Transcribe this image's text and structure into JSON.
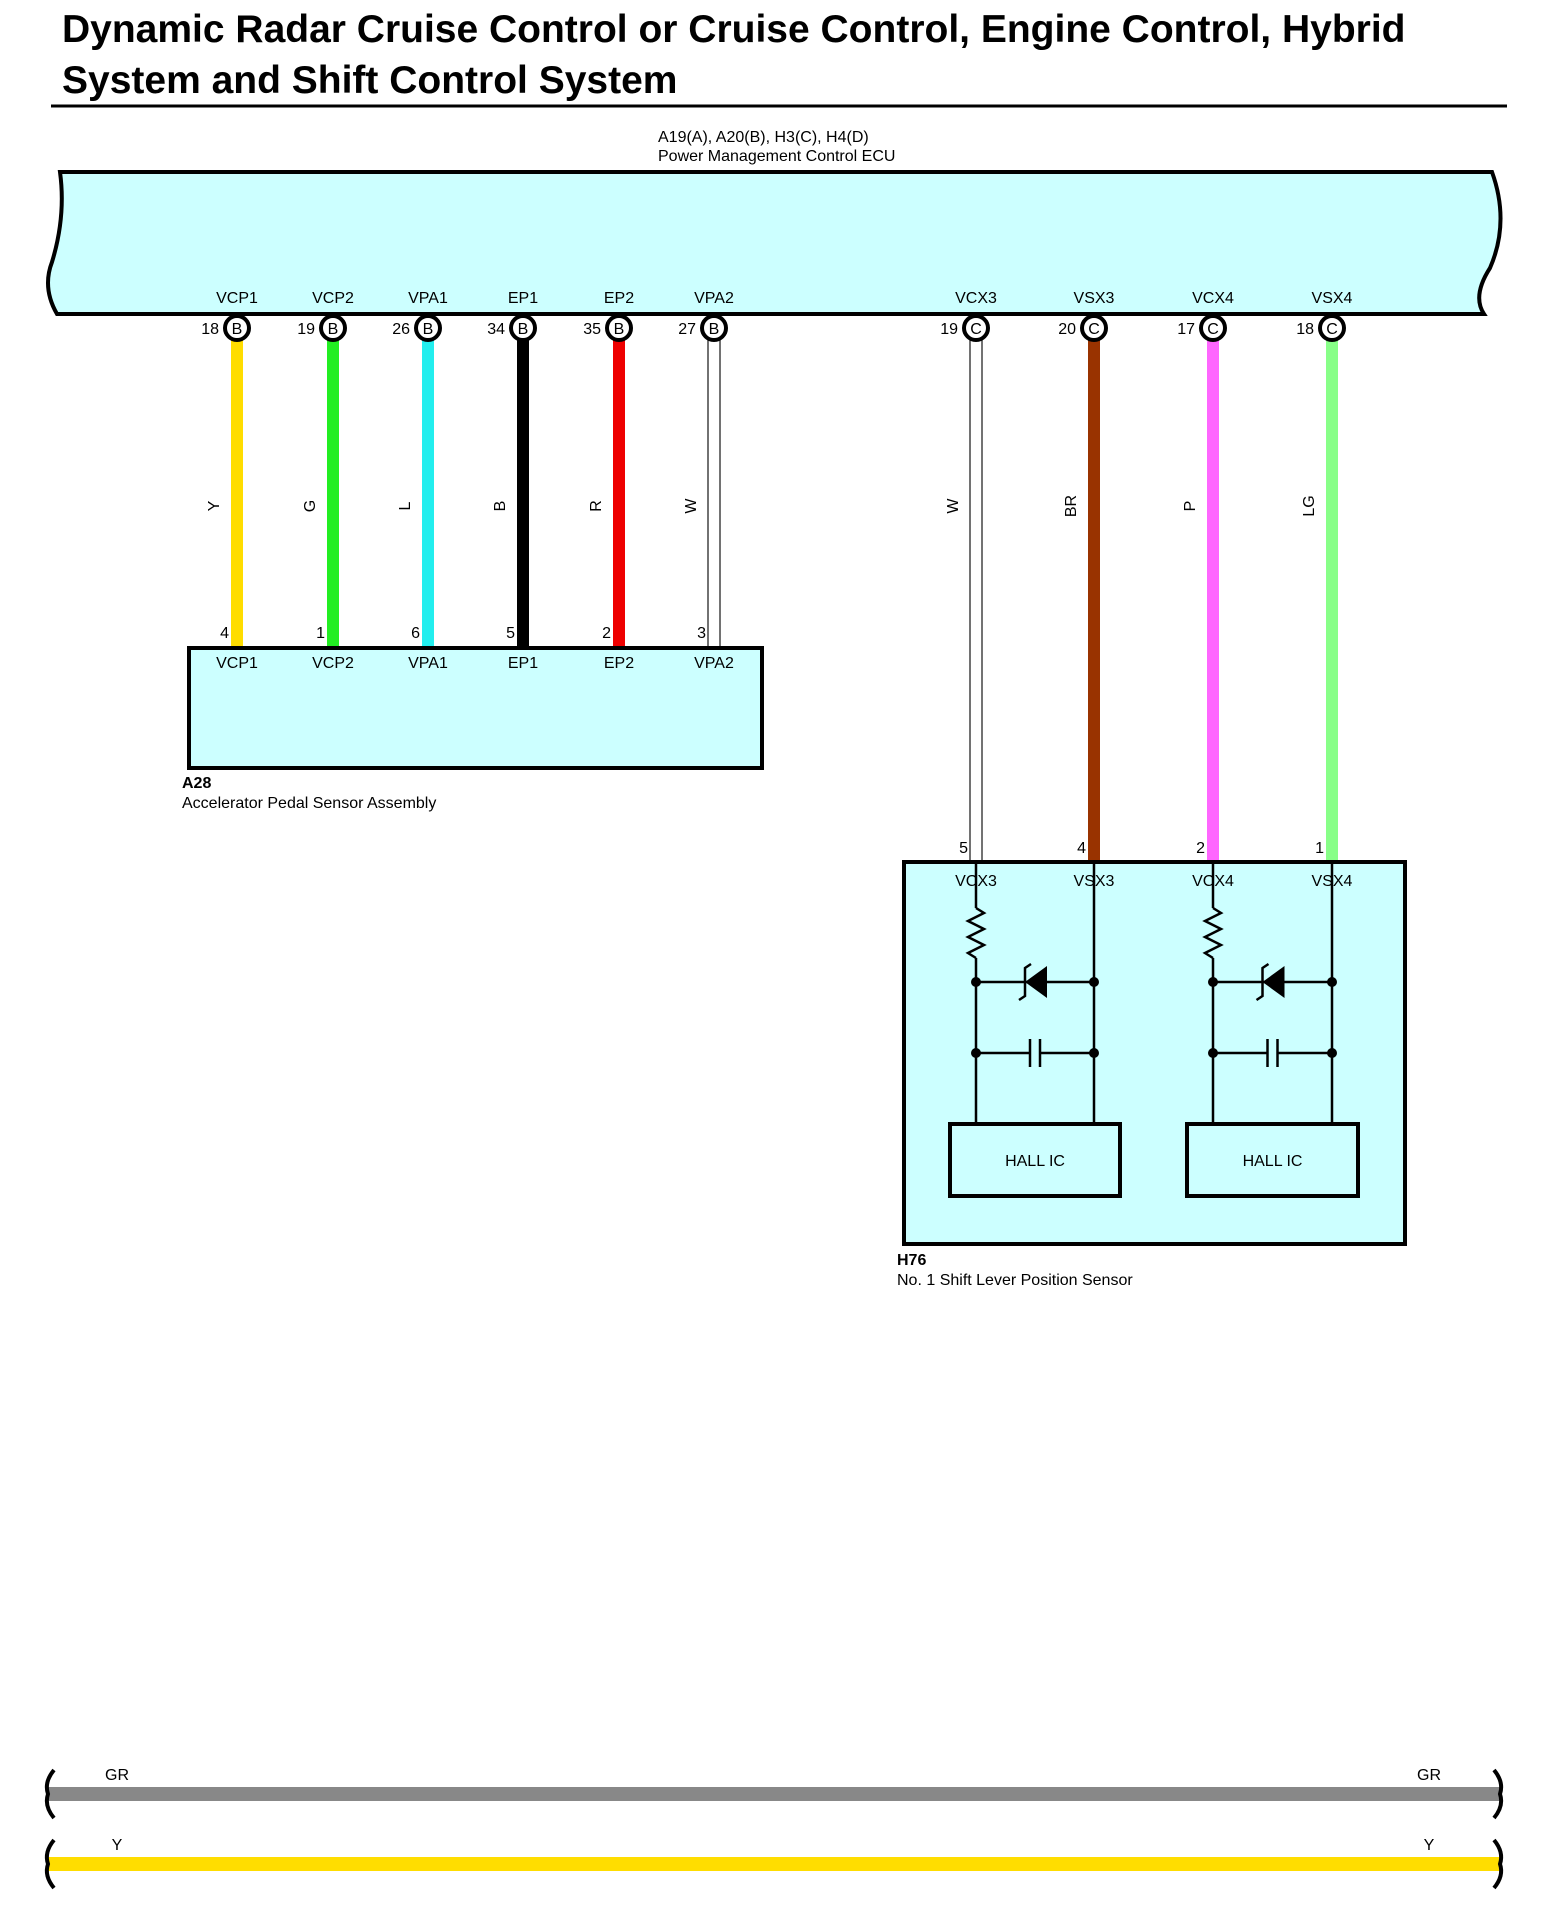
{
  "title": "Dynamic Radar Cruise Control or Cruise Control, Engine Control, Hybrid System and Shift Control System",
  "ecu": {
    "code": "A19(A), A20(B), H3(C), H4(D)",
    "name": "Power Management Control ECU",
    "fill": "#ccffff"
  },
  "pedal_sensor": {
    "code": "A28",
    "name": "Accelerator Pedal Sensor Assembly"
  },
  "shift_sensor": {
    "code": "H76",
    "name": "No.  1 Shift Lever Position Sensor",
    "hall_ic_label": "HALL IC"
  },
  "wires_to_pedal": [
    {
      "signal": "VCP1",
      "ecu_pin": "18",
      "connector": "B",
      "color_code": "Y",
      "color": "#ffdd00",
      "sensor_pin": "4",
      "sensor_signal": "VCP1"
    },
    {
      "signal": "VCP2",
      "ecu_pin": "19",
      "connector": "B",
      "color_code": "G",
      "color": "#22ee22",
      "sensor_pin": "1",
      "sensor_signal": "VCP2"
    },
    {
      "signal": "VPA1",
      "ecu_pin": "26",
      "connector": "B",
      "color_code": "L",
      "color": "#22eeee",
      "sensor_pin": "6",
      "sensor_signal": "VPA1"
    },
    {
      "signal": "EP1",
      "ecu_pin": "34",
      "connector": "B",
      "color_code": "B",
      "color": "#000000",
      "sensor_pin": "5",
      "sensor_signal": "EP1"
    },
    {
      "signal": "EP2",
      "ecu_pin": "35",
      "connector": "B",
      "color_code": "R",
      "color": "#ee0000",
      "sensor_pin": "2",
      "sensor_signal": "EP2"
    },
    {
      "signal": "VPA2",
      "ecu_pin": "27",
      "connector": "B",
      "color_code": "W",
      "color": "#ffffff",
      "sensor_pin": "3",
      "sensor_signal": "VPA2"
    }
  ],
  "wires_to_shift": [
    {
      "signal": "VCX3",
      "ecu_pin": "19",
      "connector": "C",
      "color_code": "W",
      "color": "#ffffff",
      "sensor_pin": "5",
      "sensor_signal": "VCX3"
    },
    {
      "signal": "VSX3",
      "ecu_pin": "20",
      "connector": "C",
      "color_code": "BR",
      "color": "#993300",
      "sensor_pin": "4",
      "sensor_signal": "VSX3"
    },
    {
      "signal": "VCX4",
      "ecu_pin": "17",
      "connector": "C",
      "color_code": "P",
      "color": "#ff66ff",
      "sensor_pin": "2",
      "sensor_signal": "VCX4"
    },
    {
      "signal": "VSX4",
      "ecu_pin": "18",
      "connector": "C",
      "color_code": "LG",
      "color": "#88ff88",
      "sensor_pin": "1",
      "sensor_signal": "VSX4"
    }
  ],
  "bottom_wires": [
    {
      "label": "GR",
      "color": "#888888"
    },
    {
      "label": "Y",
      "color": "#ffdd00"
    }
  ]
}
